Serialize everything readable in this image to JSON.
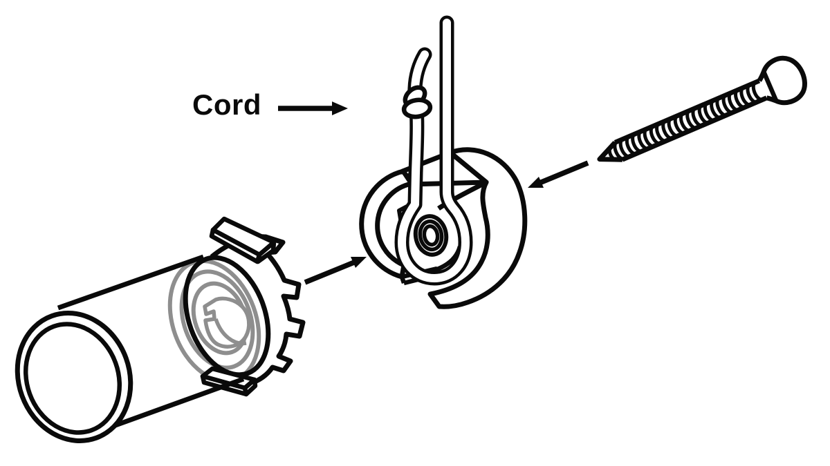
{
  "diagram": {
    "background": "#ffffff",
    "line_color": "#0a0a0a",
    "hidden_line_color": "#8e8e8e",
    "label": {
      "text": "Cord"
    },
    "parts": [
      "roller-tube-with-ratchet-clutch",
      "internal-clutch-mechanism-hidden-gray",
      "cord-tension-bracket-with-eyelet",
      "looped-cord-with-knot",
      "mounting-screw",
      "direction-arrows"
    ]
  }
}
